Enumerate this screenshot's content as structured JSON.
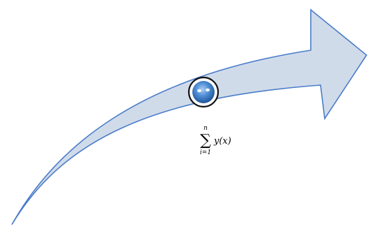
{
  "diagram": {
    "arrow": {
      "fill_color": "#d0dbea",
      "stroke_color": "#4a7cc9"
    },
    "marker": {
      "icon": "glossy-blue-sphere-icon",
      "ring_color": "#111111",
      "ball_color": "#3f7fcf"
    },
    "formula": {
      "operator": "∑",
      "upper_limit": "n",
      "lower_limit": "i=1",
      "body": "y(x)"
    }
  }
}
